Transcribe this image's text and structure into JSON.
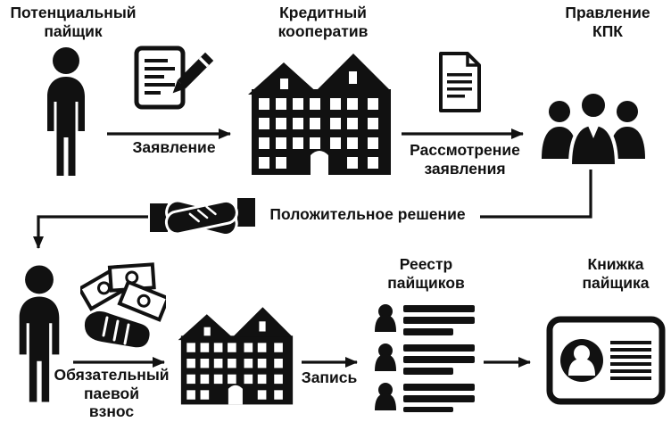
{
  "diagram": {
    "background": "#ffffff",
    "ink_color": "#111111",
    "nodes": {
      "potential_member": "Потенциальный\nпайщик",
      "credit_coop": "Кредитный\nкооператив",
      "board": "Правление\nКПК",
      "register": "Реестр\nпайщиков",
      "member_book": "Книжка\nпайщика"
    },
    "edges": {
      "application": "Заявление",
      "review": "Рассмотрение\nзаявления",
      "positive_decision": "Положительное решение",
      "mandatory_fee": "Обязательный\nпаевой\nвзнос",
      "record": "Запись"
    },
    "icons": {
      "applicant": "person-icon",
      "application_form": "document-pencil-icon",
      "credit_coop": "building-icon",
      "application_doc": "document-icon",
      "board": "people-group-icon",
      "agreement": "handshake-icon",
      "new_member": "person-icon",
      "payment": "money-in-hand-icon",
      "coop_office": "building-icon",
      "register": "member-list-icon",
      "member_book": "id-card-icon"
    }
  }
}
